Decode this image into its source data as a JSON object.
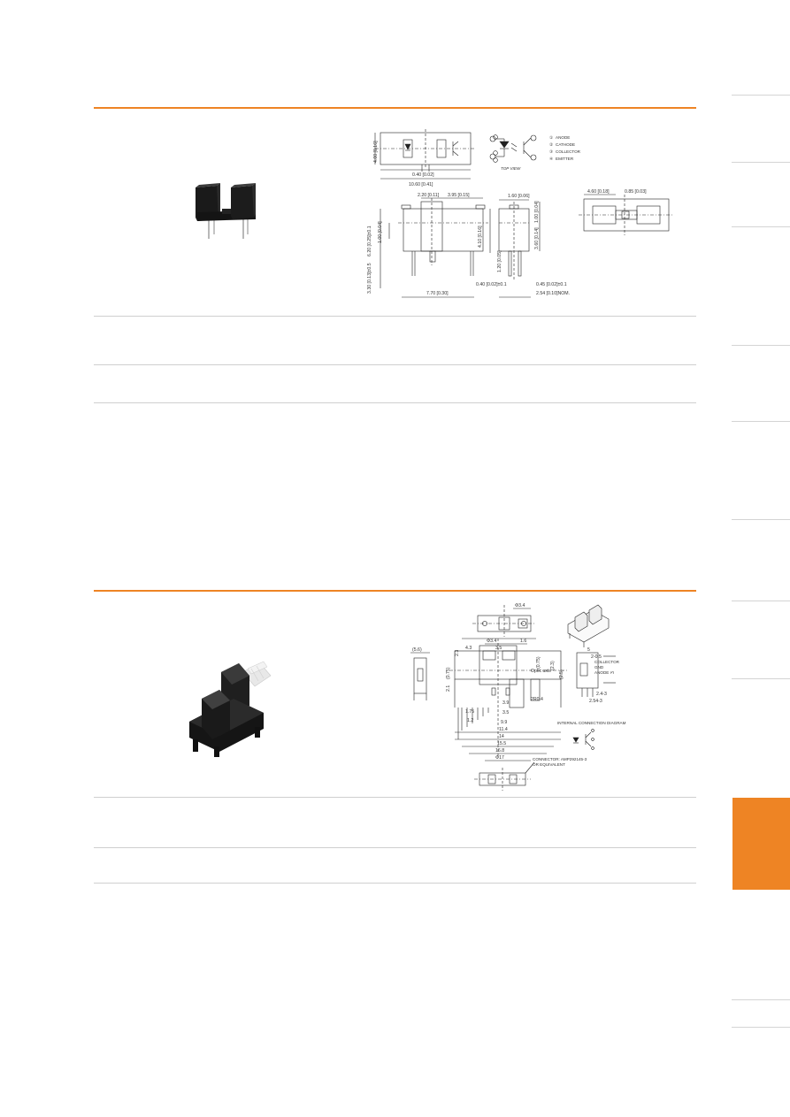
{
  "accent_color": "#ee8424",
  "product1": {
    "pin_labels": [
      "ANODE",
      "CATHODE",
      "COLLECTOR",
      "EMITTER"
    ],
    "pin_numbers": [
      "①",
      "②",
      "③",
      "④"
    ],
    "view_label": "TOP VIEW",
    "dims": {
      "top_h": "4.00 [0.16]",
      "gap": "0.40 [0.02]",
      "total_w": "10.60 [0.41]",
      "slot_w": "2.20 [0.11]",
      "slot_off": "3.95 [0.15]",
      "body_h": "6.20 [0.25]±0.1",
      "lip_h": "1.00 [0.04]",
      "pin_h": "3.30 [0.13]±0.5",
      "slot_d": "4.10 [0.16]",
      "pin_pitch": "7.70 [0.30]",
      "pin_w": "0.40 [0.02]±0.1",
      "side_w": "1.60 [0.06]",
      "side_top": "1.00 [0.04]",
      "side_mid": "3.60 [0.14]",
      "side_pin": "1.20 [0.05]",
      "side_pin_w": "0.45 [0.02]±0.1",
      "side_pitch": "2.54 [0.10]NOM.",
      "bottom_w": "4.60 [0.18]",
      "aperture": "0.85 [0.03]"
    }
  },
  "product2": {
    "connector_label": "CONNECTOR: AMP292145-3",
    "connector_label2": "OR EQUIVALENT",
    "internal_label": "INTERNAL CONNECTION DIAGRAM",
    "pin_labels": [
      "COLLECTOR",
      "GND",
      "ANODE"
    ],
    "dims": {
      "top_a": "(5.6)",
      "hole_d": "Φ3.4",
      "hole_d2": "Φ3.4",
      "right_a": "1.6",
      "a1": "4.3",
      "a2": "(0.75)",
      "a3": "(0.75)",
      "a4": "2.3",
      "a5": "3.9",
      "a6": "3.5",
      "a7": "2.1",
      "a8": "(2.3)",
      "a9": "(2.5)",
      "a10": "2R0.4",
      "a11": "1.75",
      "a12": "1.2",
      "a13": "3.5",
      "a14": "9.9",
      "a15": "11.4",
      "a16": "14",
      "a17": "15.5",
      "a18": "16.8",
      "a19": "Φ17",
      "s1": "5",
      "s2": "2-0.5",
      "s3": "3",
      "s4": "2.4-3",
      "s5": "2.54-3",
      "optic_axis": "Optic axis"
    }
  }
}
